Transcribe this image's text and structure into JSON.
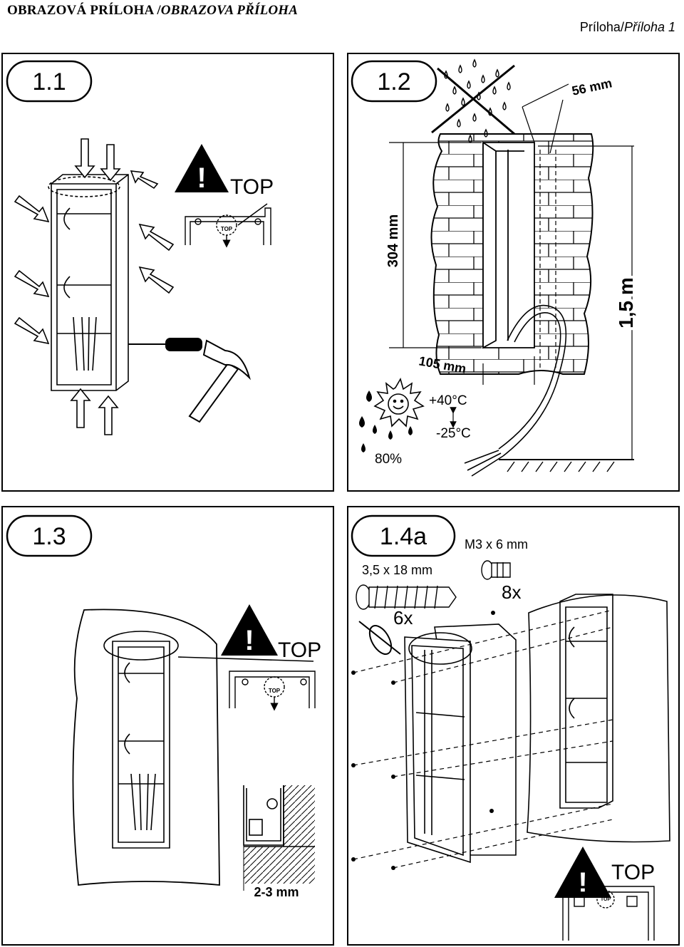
{
  "header": {
    "left_bold": "OBRAZOVÁ PRÍLOHA /",
    "left_italic": "OBRAZOVA PŘÍLOHA",
    "right_plain": "Príloha/",
    "right_italic": "Příloha 1"
  },
  "panels": {
    "p11": {
      "badge": "1.1",
      "warning_text": "TOP",
      "top_label": "TOP"
    },
    "p12": {
      "badge": "1.2",
      "dim_width_top": "56 mm",
      "dim_height": "304 mm",
      "dim_width_bottom": "105 mm",
      "dim_floor": "1,5 m",
      "temp_high": "+40°C",
      "temp_low": "-25°C",
      "humidity": "80%"
    },
    "p13": {
      "badge": "1.3",
      "warning_text": "TOP",
      "top_label": "TOP",
      "gap": "2-3 mm"
    },
    "p14": {
      "badge": "1.4a",
      "screw_small": "M3 x 6 mm",
      "screw_small_count": "8x",
      "screw_large": "3,5 x 18 mm",
      "screw_large_count": "6x",
      "warning_text": "TOP",
      "top_label": "TOP"
    }
  },
  "colors": {
    "ink": "#000000",
    "paper": "#ffffff",
    "hatch": "#000000"
  }
}
